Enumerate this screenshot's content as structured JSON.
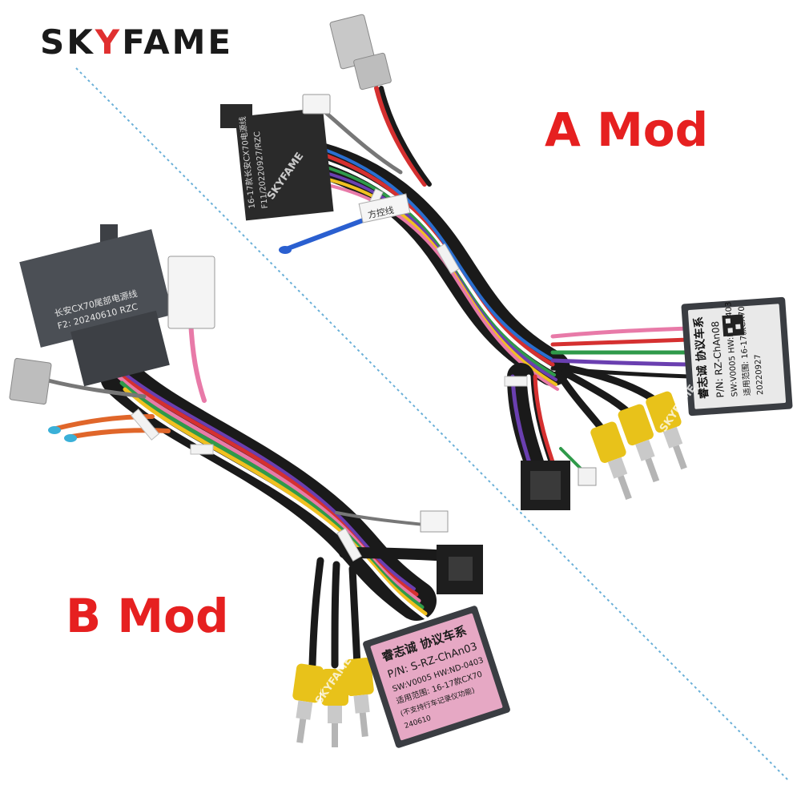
{
  "brand": {
    "pre": "SK",
    "accent": "Y",
    "post": "FAME",
    "accent_color": "#e03030"
  },
  "labels": {
    "a_mod": "A Mod",
    "b_mod": "B Mod",
    "color": "#e62020"
  },
  "harness_a": {
    "connector_label_1": "16-17款长安CX70电源线",
    "connector_label_2": "F11/20220927/RZC",
    "wire_tag": "方控线",
    "box_title": "睿志诚 协议车系",
    "box_pn": "P/N: RZ-ChAn08",
    "box_sw": "SW:V0005 HW:ND-0403",
    "box_range": "适用范围: 16-17款CX70",
    "box_date": "20220927"
  },
  "harness_b": {
    "connector_label_1": "长安CX70尾部电源线",
    "connector_label_2": "F2: 20240610 RZC",
    "box_title": "睿志诚 协议车系",
    "box_pn": "P/N: S-RZ-ChAn03",
    "box_sw": "SW:V0005 HW:ND-0403",
    "box_range": "适用范围: 16-17款CX70",
    "box_note": "(不支持行车记录仪功能)",
    "box_date": "240610"
  },
  "watermark": "SKYFAME"
}
